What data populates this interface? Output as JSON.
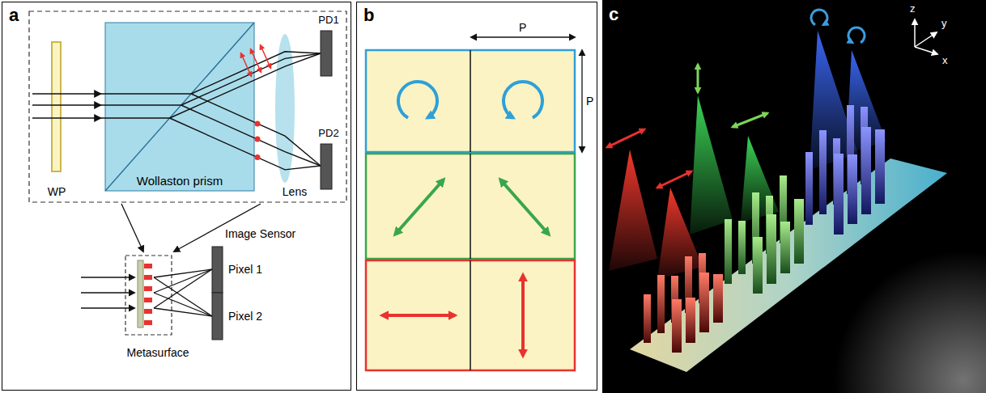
{
  "diagram": {
    "nodes": [
      {
        "text": [
          "a"
        ]
      },
      {
        "text": [
          "WP"
        ],
        "in": 0
      },
      {
        "text": [
          "Wollaston prism"
        ],
        "in": 0
      },
      {
        "text": [
          "Lens"
        ],
        "in": 0
      },
      {
        "text": [
          "PD1"
        ],
        "in": 0
      },
      {
        "text": [
          "PD2"
        ],
        "in": 0
      },
      {
        "text": [
          "Metasurface"
        ],
        "in": 0
      },
      {
        "text": [
          "Pixel 1"
        ],
        "in": 0
      },
      {
        "text": [
          "Pixel 2"
        ],
        "in": 0
      },
      {
        "text": [
          "b"
        ]
      },
      {
        "text": [
          "c"
        ]
      }
    ],
    "labels": [
      "Image Sensor",
      "P",
      "P",
      "z",
      "y",
      "x"
    ]
  }
}
